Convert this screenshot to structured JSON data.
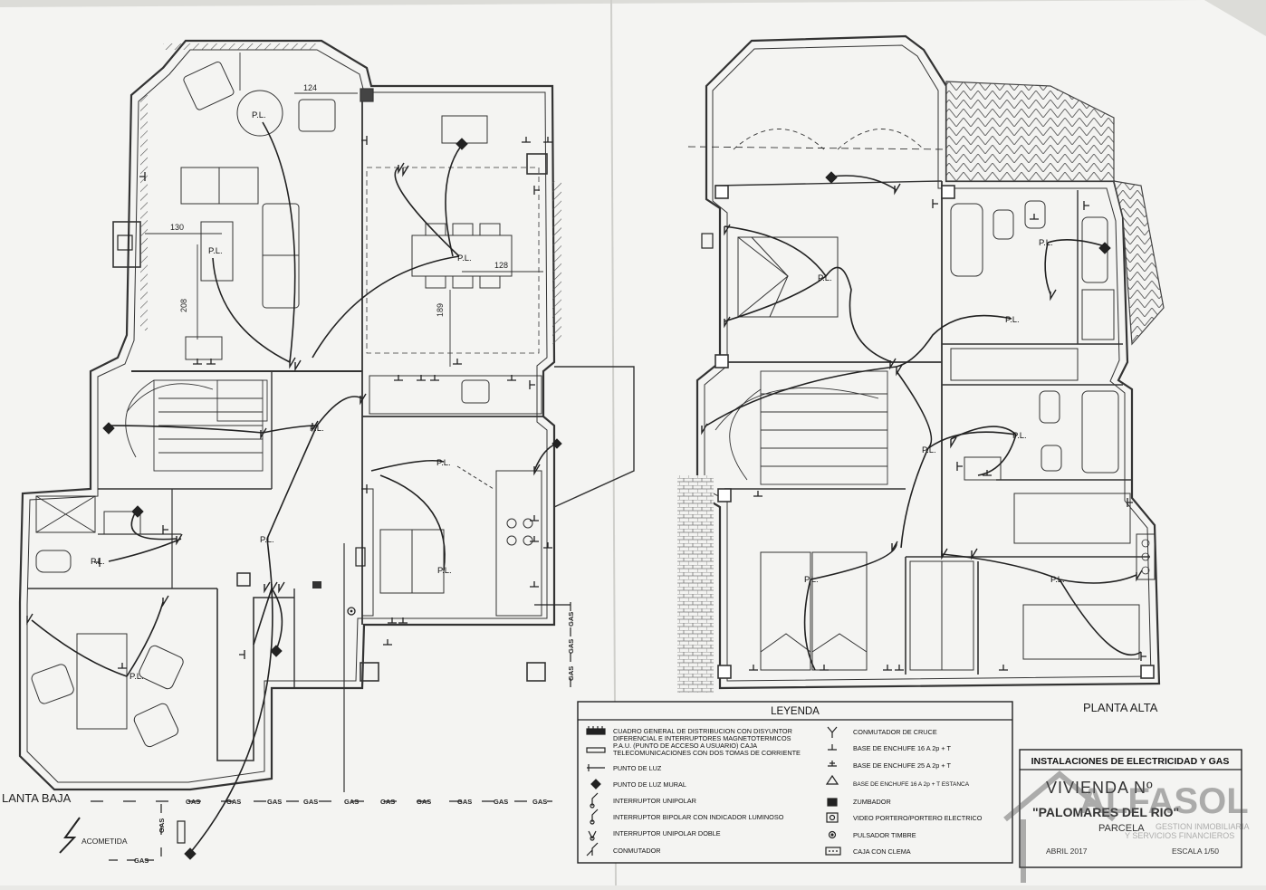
{
  "plan_labels": {
    "ground_floor": "LANTA BAJA",
    "upper_floor": "PLANTA ALTA",
    "acometida": "ACOMETIDA",
    "gas": "GAS"
  },
  "dimensions": {
    "d124": "124",
    "d130": "130",
    "d208": "208",
    "d128": "128",
    "d189": "189"
  },
  "points": {
    "pl": "P.L."
  },
  "legend": {
    "title": "LEYENDA",
    "left": [
      "CUADRO GENERAL DE DISTRIBUCION CON DISYUNTOR",
      "DIFERENCIAL E INTERRUPTORES MAGNETOTERMICOS",
      "P.A.U. (PUNTO DE ACCESO A USUARIO) CAJA",
      "TELECOMUNICACIONES CON DOS TOMAS DE CORRIENTE",
      "PUNTO DE LUZ",
      "PUNTO DE LUZ MURAL",
      "INTERRUPTOR UNIPOLAR",
      "INTERRUPTOR BIPOLAR CON INDICADOR LUMINOSO",
      "INTERRUPTOR UNIPOLAR DOBLE",
      "CONMUTADOR"
    ],
    "right": [
      "CONMUTADOR DE CRUCE",
      "BASE DE ENCHUFE 16 A 2p + T",
      "BASE DE ENCHUFE 25 A 2p + T",
      "BASE DE ENCHUFE 16 A 2p + T ESTANCA",
      "ZUMBADOR",
      "VIDEO PORTERO/PORTERO ELECTRICO",
      "PULSADOR TIMBRE",
      "CAJA CON CLEMA"
    ]
  },
  "title_block": {
    "heading": "INSTALACIONES DE ELECTRICIDAD Y GAS",
    "vivienda": "VIVIENDA Nº",
    "project": "\"PALOMARES DEL RIO\"",
    "parcela": "PARCELA",
    "date": "ABRIL 2017",
    "scale": "ESCALA 1/50"
  },
  "watermark": {
    "brand": "ALFASOL",
    "sub1": "GESTION INMOBILIARIA",
    "sub2": "Y SERVICIOS FINANCIEROS"
  }
}
